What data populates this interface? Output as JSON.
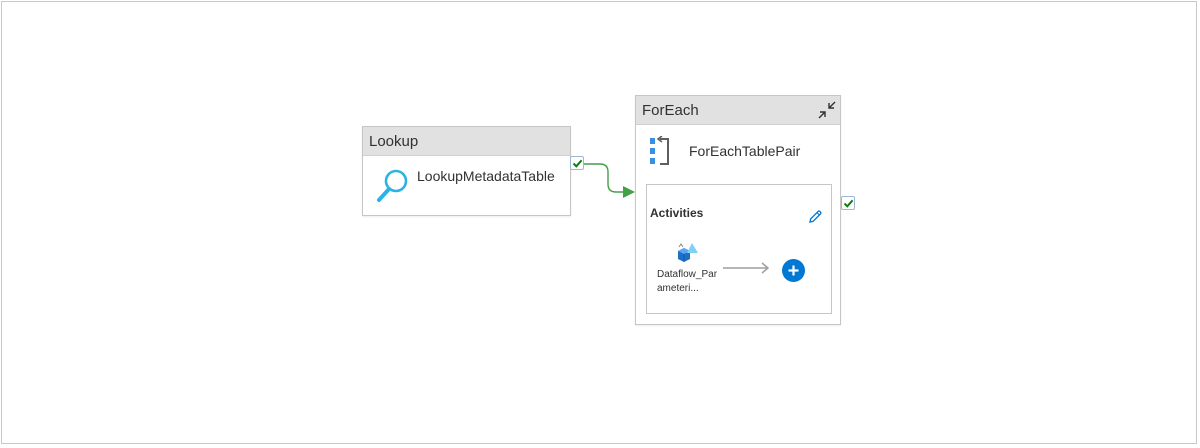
{
  "pipeline": {
    "lookup": {
      "type_label": "Lookup",
      "name": "LookupMetadataTable",
      "icon": "magnifier-icon"
    },
    "foreach": {
      "type_label": "ForEach",
      "name": "ForEachTablePair",
      "icon": "foreach-loop-icon",
      "activities_label": "Activities",
      "inner_activity": {
        "name": "Dataflow_Parameteri...",
        "icon": "dataflow-icon"
      }
    }
  },
  "colors": {
    "header_bg": "#e1e1e1",
    "success_green": "#107c10",
    "connector_green": "#43a047",
    "add_button_blue": "#0078d4",
    "lookup_icon_cyan": "#2bb3e3"
  }
}
